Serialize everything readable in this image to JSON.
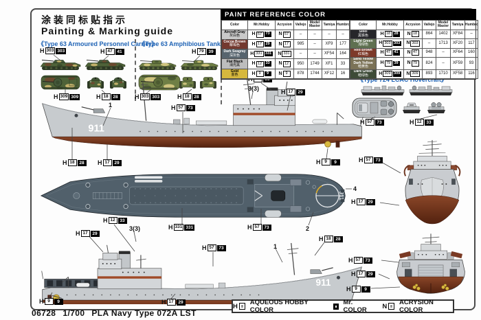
{
  "header": {
    "title_cn": "涂装同标贴指示",
    "title_en": "Painting  &  Marking  guide"
  },
  "sections": {
    "apc": "《Type 63 Armoured Personnel Carrier》",
    "tank": "《Type 63 Amphibious Tank》",
    "lcac": "《Type 724 LCAC Hovercraft》"
  },
  "paint_table": {
    "title": "PAINT  REFERENCE  COLOR",
    "columns": [
      "Color",
      "Mr.Hobby",
      "Acrysion",
      "Vallejo",
      "Model Master",
      "Tamiya",
      "Humbrol"
    ],
    "rows_left": [
      {
        "name": "Aircraft Gray",
        "cn": "灰白色",
        "swatch": "#c9c9c9",
        "tc": "#000000",
        "h": "57",
        "c": "73",
        "n": "57",
        "vallejo": "–",
        "mm": "–",
        "tamiya": "–",
        "humbrol": "–"
      },
      {
        "name": "Cocoa Brown",
        "cn": "椰褐色",
        "swatch": "#73392f",
        "tc": "#ffffff",
        "h": "17",
        "c": "29",
        "n": "17",
        "vallejo": "985",
        "mm": "–",
        "tamiya": "XF9",
        "humbrol": "177"
      },
      {
        "name": "Dark Seagray",
        "cn": "深灰色",
        "swatch": "#57646e",
        "tc": "#ffffff",
        "h": "331",
        "c": "331",
        "n": "331",
        "vallejo": "–",
        "mm": "–",
        "tamiya": "XF54",
        "humbrol": "164"
      },
      {
        "name": "Flat Black",
        "cn": "消光黑",
        "swatch": "#bdbdbd",
        "tc": "#000000",
        "h": "12",
        "c": "33",
        "n": "12",
        "vallejo": "950",
        "mm": "1749",
        "tamiya": "XF1",
        "humbrol": "33"
      },
      {
        "name": "Gold",
        "cn": "金色",
        "swatch": "#d6b83e",
        "tc": "#000000",
        "h": "9",
        "c": "9",
        "n": "9",
        "vallejo": "878",
        "mm": "1744",
        "tamiya": "XF12",
        "humbrol": "16"
      }
    ],
    "rows_right": [
      {
        "name": "Steel",
        "cn": "黑铁色",
        "swatch": "#26262a",
        "tc": "#ffffff",
        "h": "18",
        "c": "28",
        "n": "18",
        "vallejo": "864",
        "mm": "1402",
        "tamiya": "XF84",
        "humbrol": "–"
      },
      {
        "name": "Light Green",
        "cn": "浅绿色",
        "swatch": "#5f7050",
        "tc": "#ffffff",
        "h": "303",
        "c": "303",
        "n": "303",
        "vallejo": "–",
        "mm": "1713",
        "tamiya": "XF20",
        "humbrol": "117"
      },
      {
        "name": "Red Brown",
        "cn": "红褐色",
        "swatch": "#7d3a2a",
        "tc": "#ffffff",
        "h": "47",
        "c": "41",
        "n": "47",
        "vallejo": "948",
        "mm": "–",
        "tamiya": "XF64",
        "humbrol": "160"
      },
      {
        "name": "Sand Yellow Dark Yellow",
        "cn": "暗黄色",
        "swatch": "#7b7257",
        "tc": "#ffffff",
        "h": "79",
        "c": "39",
        "n": "79",
        "vallejo": "824",
        "mm": "–",
        "tamiya": "XF59",
        "humbrol": "93"
      },
      {
        "name": "Dark Green",
        "cn": "暗绿色",
        "swatch": "#3d4b37",
        "tc": "#ffffff",
        "h": "309",
        "c": "309",
        "n": "309",
        "vallejo": "893",
        "mm": "1710",
        "tamiya": "XF58",
        "humbrol": "116"
      }
    ]
  },
  "pairs": {
    "p5773": {
      "h": "57",
      "c": "73"
    },
    "p1729": {
      "h": "17",
      "c": "29"
    },
    "p1828": {
      "h": "18",
      "c": "28"
    },
    "p1233": {
      "h": "12",
      "c": "33"
    },
    "p99": {
      "h": "9",
      "c": "9"
    },
    "p331": {
      "h": "331",
      "c": "331"
    },
    "p303": {
      "h": "303",
      "c": "303"
    },
    "p4741": {
      "h": "47",
      "c": "41"
    },
    "p7939": {
      "h": "79",
      "c": "39"
    },
    "p309": {
      "h": "309",
      "c": "309"
    }
  },
  "labels": {
    "one": "1",
    "two": "2",
    "four": "4",
    "three3": "3(3)"
  },
  "ship": {
    "hull_number": "911"
  },
  "legend": {
    "h": "H",
    "n": "N",
    "aqueous": "AQUEOUS HOBBY COLOR",
    "mr": "Mr. COLOR",
    "acrysion": "ACRYSION COLOR"
  },
  "footer": {
    "kit_no": "06728",
    "scale": "1/700",
    "kit_name": "PLA Navy Type 072A LST"
  },
  "colors": {
    "accent_blue": "#1f63b5",
    "hull_gray": "#c7cbce",
    "hull_red": "#7a3a22",
    "deck_seagray": "#51606b",
    "gold": "#d9b93f",
    "stripe_red": "#a04a28"
  }
}
